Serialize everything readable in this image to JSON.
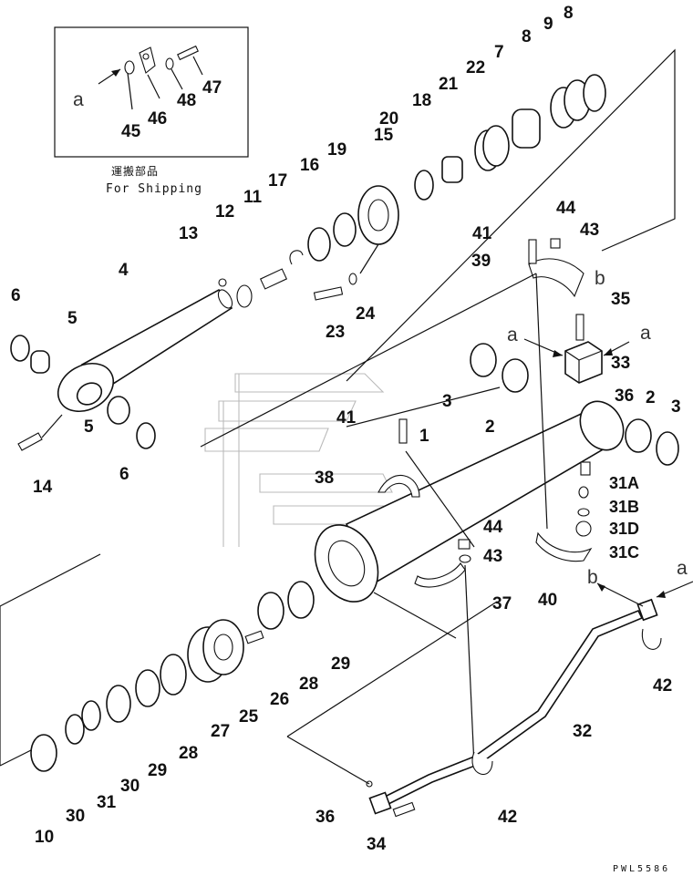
{
  "title": "",
  "shipping_note": {
    "jp": "運搬部品",
    "en": "For Shipping"
  },
  "drawing_code": "PWL5586",
  "view_markers": {
    "a": "a",
    "b": "b"
  },
  "callouts": [
    {
      "id": "c-1",
      "text": "1"
    },
    {
      "id": "c-2a",
      "text": "2"
    },
    {
      "id": "c-2b",
      "text": "2"
    },
    {
      "id": "c-3a",
      "text": "3"
    },
    {
      "id": "c-3b",
      "text": "3"
    },
    {
      "id": "c-4",
      "text": "4"
    },
    {
      "id": "c-5a",
      "text": "5"
    },
    {
      "id": "c-5b",
      "text": "5"
    },
    {
      "id": "c-6a",
      "text": "6"
    },
    {
      "id": "c-6b",
      "text": "6"
    },
    {
      "id": "c-7",
      "text": "7"
    },
    {
      "id": "c-8a",
      "text": "8"
    },
    {
      "id": "c-8b",
      "text": "8"
    },
    {
      "id": "c-9",
      "text": "9"
    },
    {
      "id": "c-10",
      "text": "10"
    },
    {
      "id": "c-11",
      "text": "11"
    },
    {
      "id": "c-12",
      "text": "12"
    },
    {
      "id": "c-13",
      "text": "13"
    },
    {
      "id": "c-14",
      "text": "14"
    },
    {
      "id": "c-15",
      "text": "15"
    },
    {
      "id": "c-16",
      "text": "16"
    },
    {
      "id": "c-17",
      "text": "17"
    },
    {
      "id": "c-18",
      "text": "18"
    },
    {
      "id": "c-19",
      "text": "19"
    },
    {
      "id": "c-20",
      "text": "20"
    },
    {
      "id": "c-21",
      "text": "21"
    },
    {
      "id": "c-22",
      "text": "22"
    },
    {
      "id": "c-23",
      "text": "23"
    },
    {
      "id": "c-24",
      "text": "24"
    },
    {
      "id": "c-25",
      "text": "25"
    },
    {
      "id": "c-26",
      "text": "26"
    },
    {
      "id": "c-27",
      "text": "27"
    },
    {
      "id": "c-28a",
      "text": "28"
    },
    {
      "id": "c-28b",
      "text": "28"
    },
    {
      "id": "c-29a",
      "text": "29"
    },
    {
      "id": "c-29b",
      "text": "29"
    },
    {
      "id": "c-30a",
      "text": "30"
    },
    {
      "id": "c-30b",
      "text": "30"
    },
    {
      "id": "c-31",
      "text": "31"
    },
    {
      "id": "c-31a",
      "text": "31A"
    },
    {
      "id": "c-31b",
      "text": "31B"
    },
    {
      "id": "c-31c",
      "text": "31C"
    },
    {
      "id": "c-31d",
      "text": "31D"
    },
    {
      "id": "c-32",
      "text": "32"
    },
    {
      "id": "c-33",
      "text": "33"
    },
    {
      "id": "c-34",
      "text": "34"
    },
    {
      "id": "c-35",
      "text": "35"
    },
    {
      "id": "c-36a",
      "text": "36"
    },
    {
      "id": "c-36b",
      "text": "36"
    },
    {
      "id": "c-37",
      "text": "37"
    },
    {
      "id": "c-38",
      "text": "38"
    },
    {
      "id": "c-39",
      "text": "39"
    },
    {
      "id": "c-40",
      "text": "40"
    },
    {
      "id": "c-41a",
      "text": "41"
    },
    {
      "id": "c-41b",
      "text": "41"
    },
    {
      "id": "c-42a",
      "text": "42"
    },
    {
      "id": "c-42b",
      "text": "42"
    },
    {
      "id": "c-43a",
      "text": "43"
    },
    {
      "id": "c-43b",
      "text": "43"
    },
    {
      "id": "c-44a",
      "text": "44"
    },
    {
      "id": "c-44b",
      "text": "44"
    },
    {
      "id": "c-45",
      "text": "45"
    },
    {
      "id": "c-46",
      "text": "46"
    },
    {
      "id": "c-47",
      "text": "47"
    },
    {
      "id": "c-48",
      "text": "48"
    }
  ]
}
